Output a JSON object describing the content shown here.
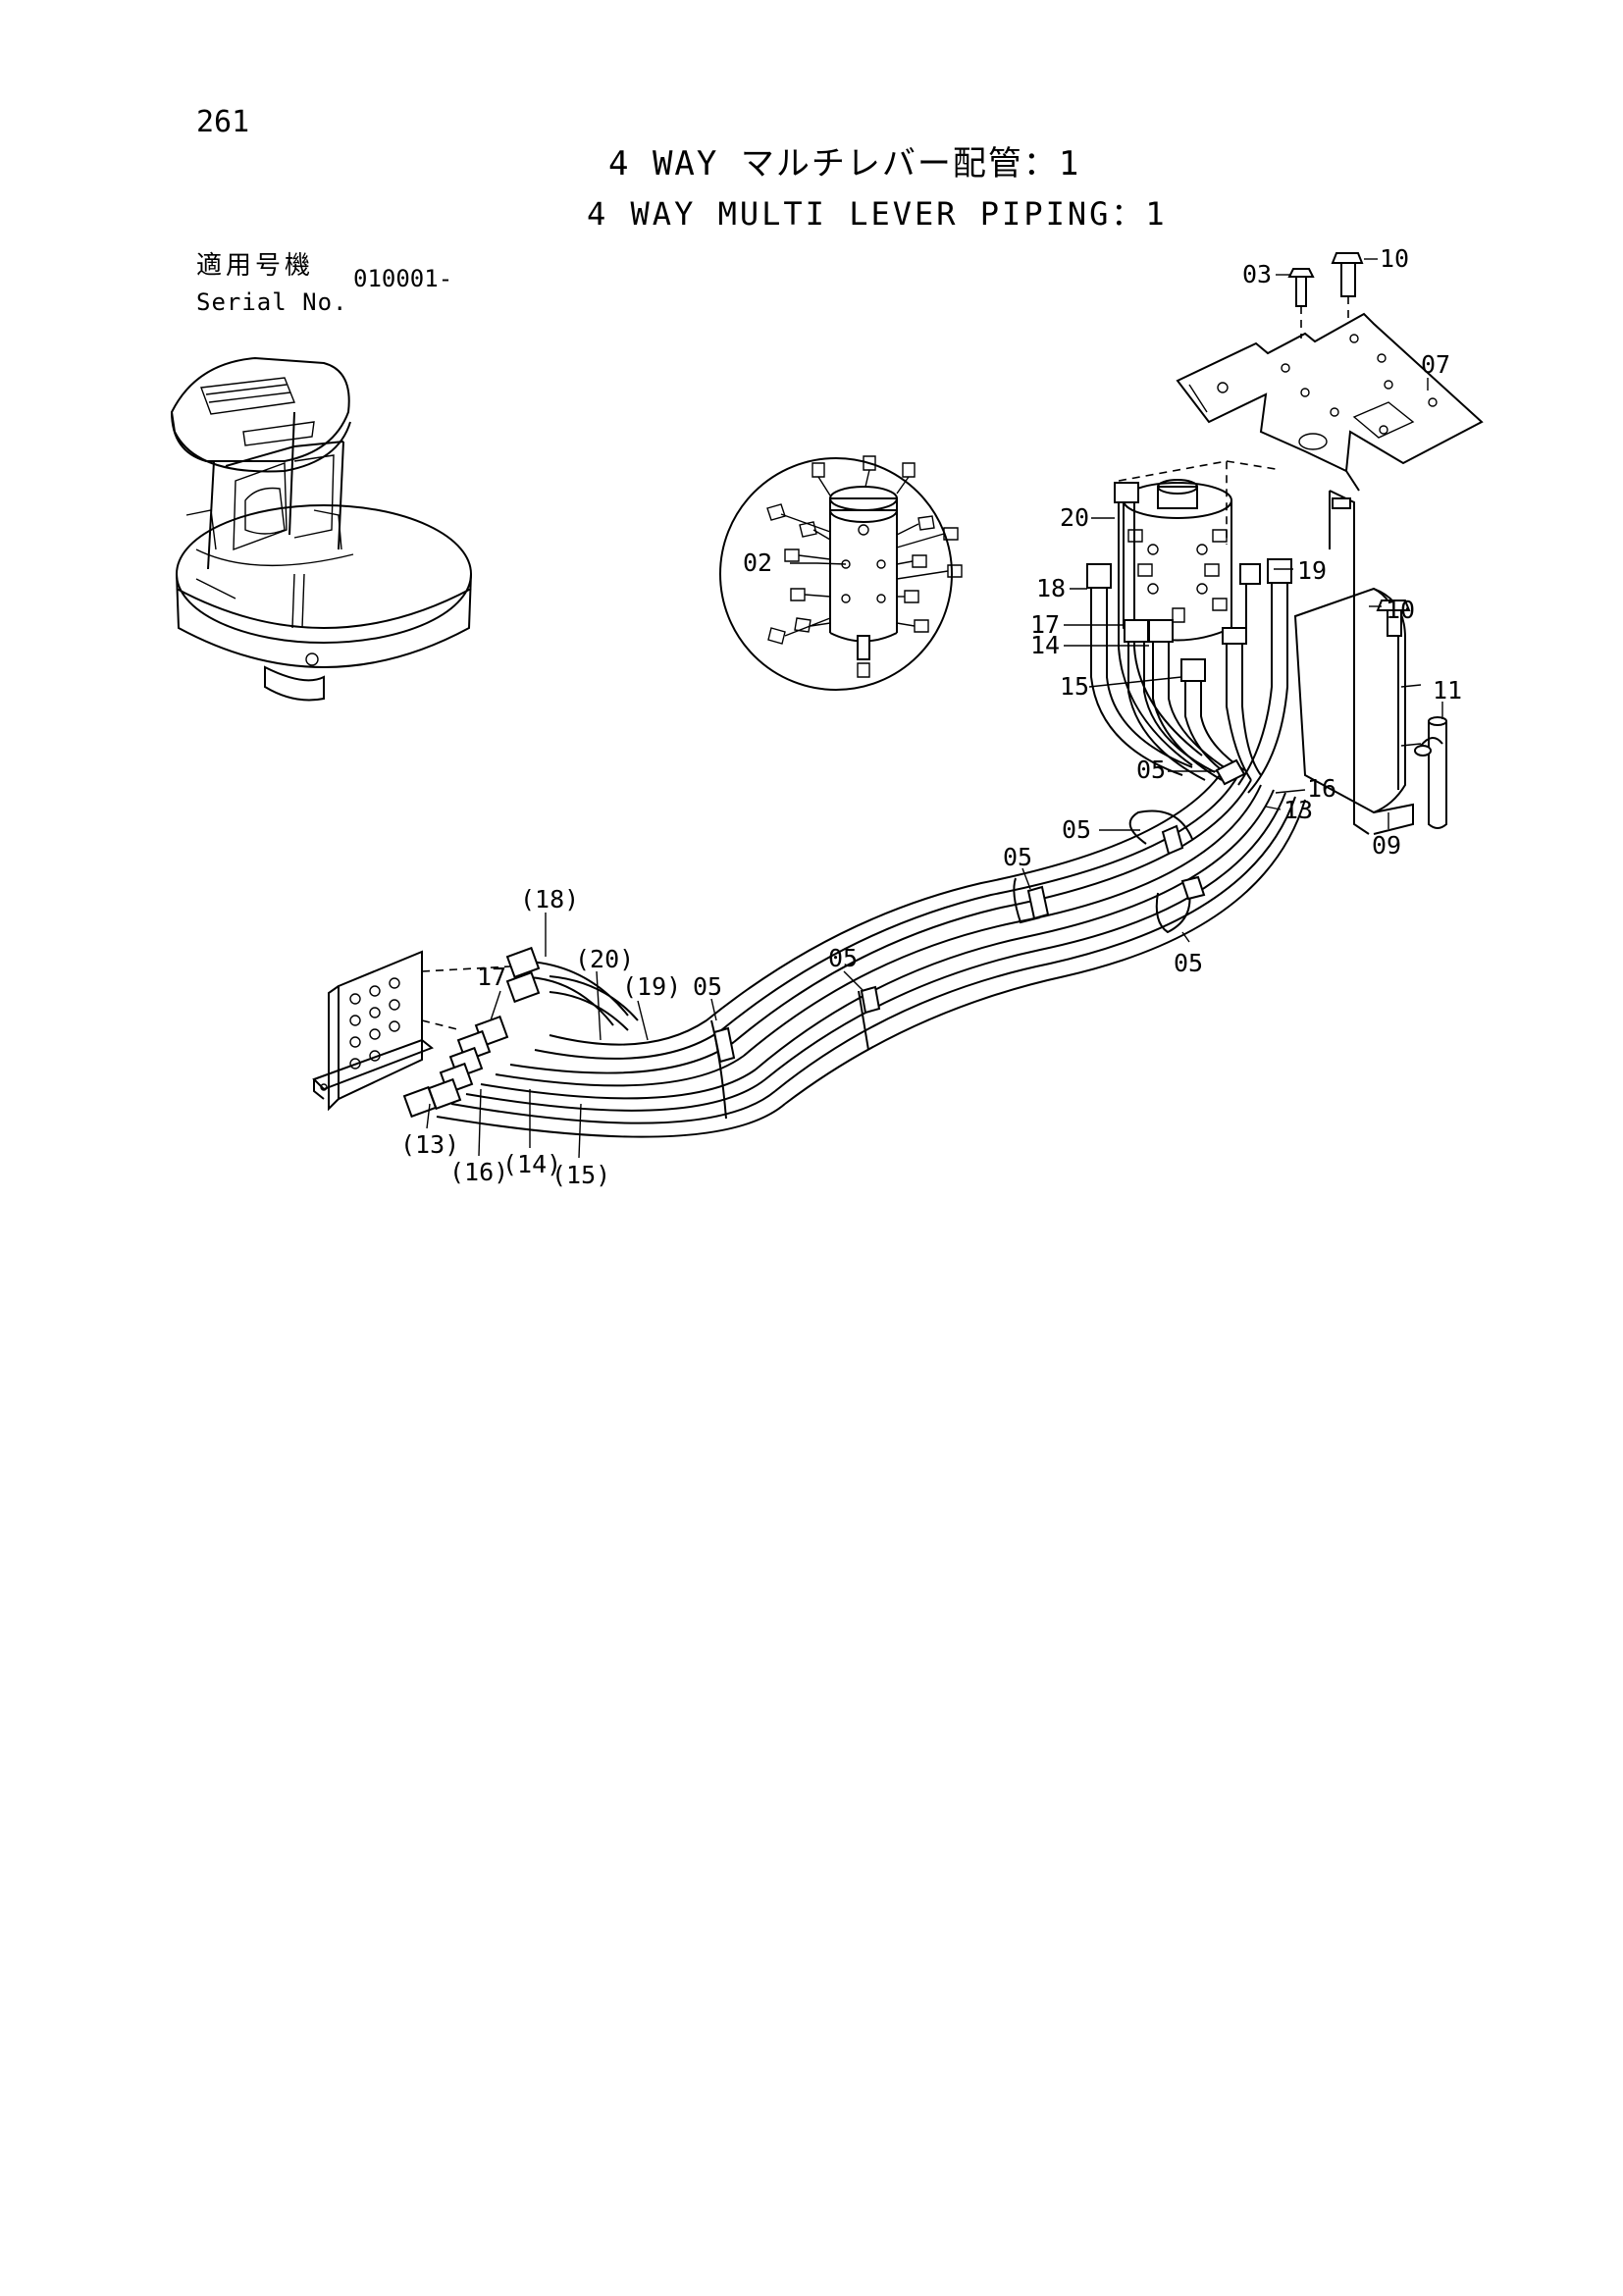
{
  "page": {
    "number": "261",
    "title_ja": "4 WAY マルチレバー配管：1",
    "title_en": "4 WAY MULTI LEVER PIPING：1"
  },
  "serial": {
    "label_ja": "適用号機",
    "label_en": "Serial No.",
    "value": "010001-"
  },
  "callouts": {
    "c03": "03",
    "c10_top": "10",
    "c07": "07",
    "c02": "02",
    "c20": "20",
    "c19": "19",
    "c18": "18",
    "c17": "17",
    "c14": "14",
    "c15": "15",
    "c10_mid": "10",
    "c11": "11",
    "c05_a": "05",
    "c16": "16",
    "c13": "13",
    "c09": "09",
    "c05_b": "05",
    "c05_c": "05",
    "c05_d": "05",
    "c05_e": "05",
    "c05_f": "05",
    "p18": "(18)",
    "p20": "(20)",
    "p19": "(19)",
    "c17_left": "17",
    "p13": "(13)",
    "p16": "(16)",
    "p14": "(14)",
    "p15": "(15)"
  }
}
